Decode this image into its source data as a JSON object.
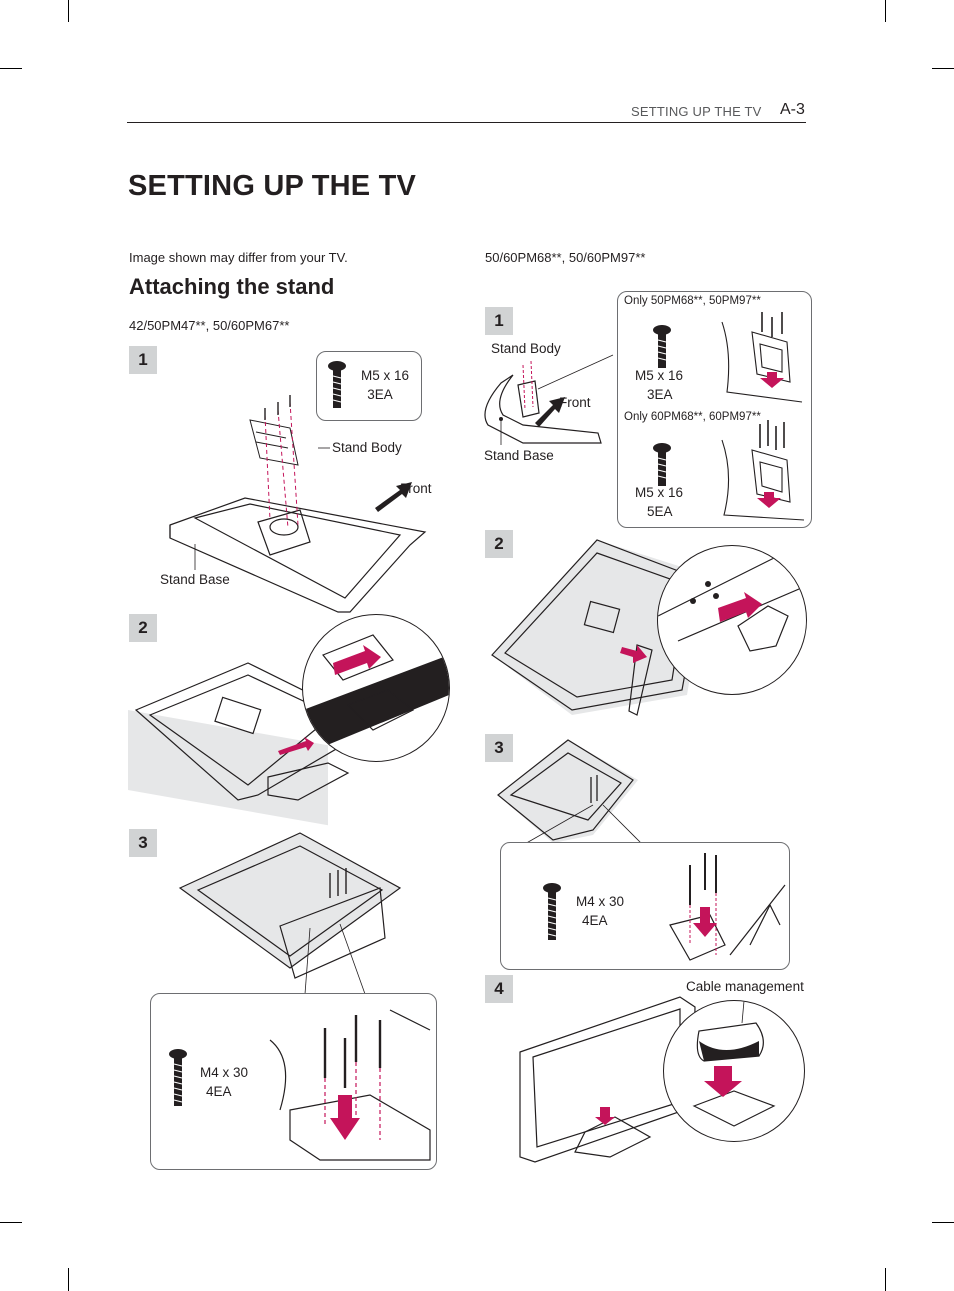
{
  "header": {
    "section": "SETTING UP THE TV",
    "page": "A-3"
  },
  "title": "SETTING UP THE TV",
  "note": "Image shown may differ from your TV.",
  "subtitle": "Attaching the stand",
  "left": {
    "models": "42/50PM47**, 50/60PM67**",
    "steps": [
      "1",
      "2",
      "3"
    ],
    "screw1": {
      "size": "M5 x 16",
      "count": "3EA"
    },
    "stand_body": "Stand Body",
    "front": "Front",
    "stand_base": "Stand Base",
    "screw3": {
      "size": "M4 x 30",
      "count": "4EA"
    }
  },
  "right": {
    "models": "50/60PM68**, 50/60PM97**",
    "steps": [
      "1",
      "2",
      "3",
      "4"
    ],
    "stand_body": "Stand Body",
    "front": "Front",
    "stand_base": "Stand Base",
    "only_a": "Only 50PM68**, 50PM97**",
    "screw_a": {
      "size": "M5 x 16",
      "count": "3EA"
    },
    "only_b": "Only 60PM68**, 60PM97**",
    "screw_b": {
      "size": "M5 x 16",
      "count": "5EA"
    },
    "screw3": {
      "size": "M4 x 30",
      "count": "4EA"
    },
    "cable": "Cable management"
  },
  "colors": {
    "accent": "#c4145a",
    "step_bg": "#d1d3d4",
    "ink": "#231f20"
  }
}
